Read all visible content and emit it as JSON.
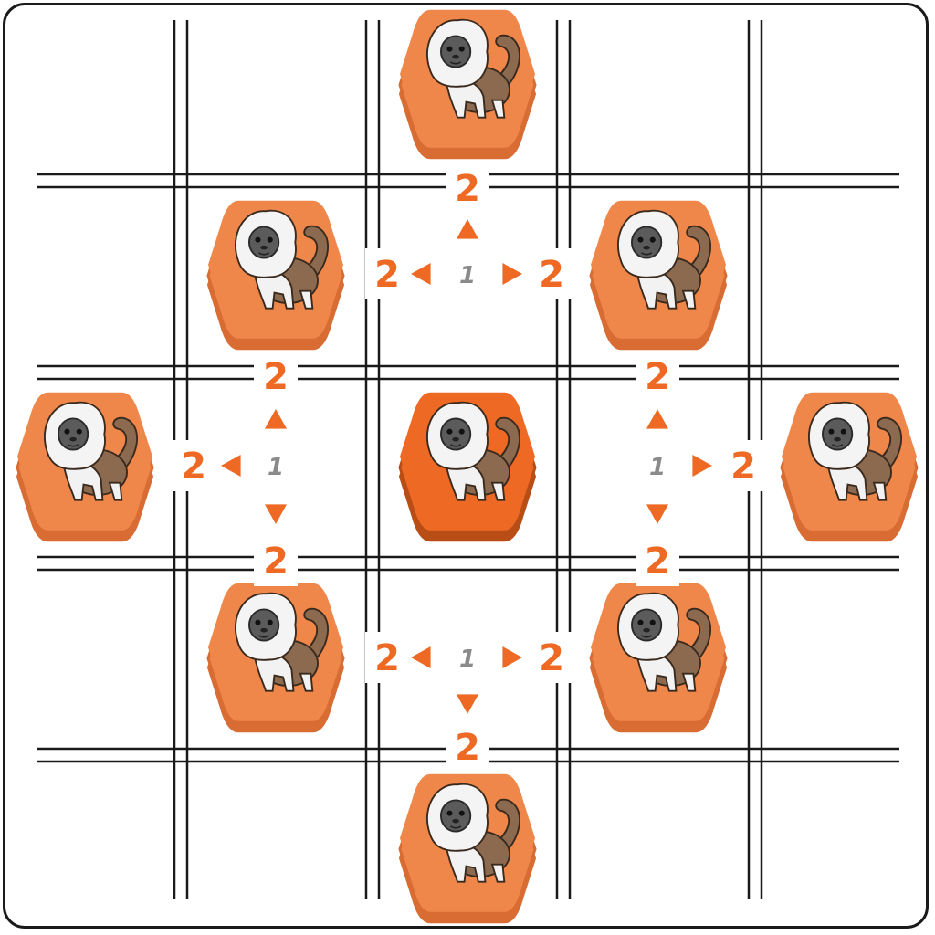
{
  "board": {
    "grid_rows": 5,
    "grid_cols": 5,
    "piece_name": "tamarin",
    "colors": {
      "orange_text": "#EE6A24",
      "gray_text": "#8A8A8A",
      "tile_light": "#F0874A",
      "tile_light_edge": "#D86C33",
      "tile_dark": "#EE6A24",
      "tile_dark_edge": "#B84D16",
      "grid_line": "#1a1a1a"
    },
    "tiles": [
      {
        "id": "center",
        "row": 2,
        "col": 2,
        "highlight": true
      },
      {
        "id": "top",
        "row": 0,
        "col": 2,
        "highlight": false
      },
      {
        "id": "upper-left",
        "row": 1,
        "col": 1,
        "highlight": false
      },
      {
        "id": "upper-right",
        "row": 1,
        "col": 3,
        "highlight": false
      },
      {
        "id": "left",
        "row": 2,
        "col": 0,
        "highlight": false
      },
      {
        "id": "right",
        "row": 2,
        "col": 4,
        "highlight": false
      },
      {
        "id": "lower-left",
        "row": 3,
        "col": 1,
        "highlight": false
      },
      {
        "id": "lower-right",
        "row": 3,
        "col": 3,
        "highlight": false
      },
      {
        "id": "bottom",
        "row": 4,
        "col": 2,
        "highlight": false
      }
    ],
    "distance_near": "1",
    "distance_far": "2"
  }
}
